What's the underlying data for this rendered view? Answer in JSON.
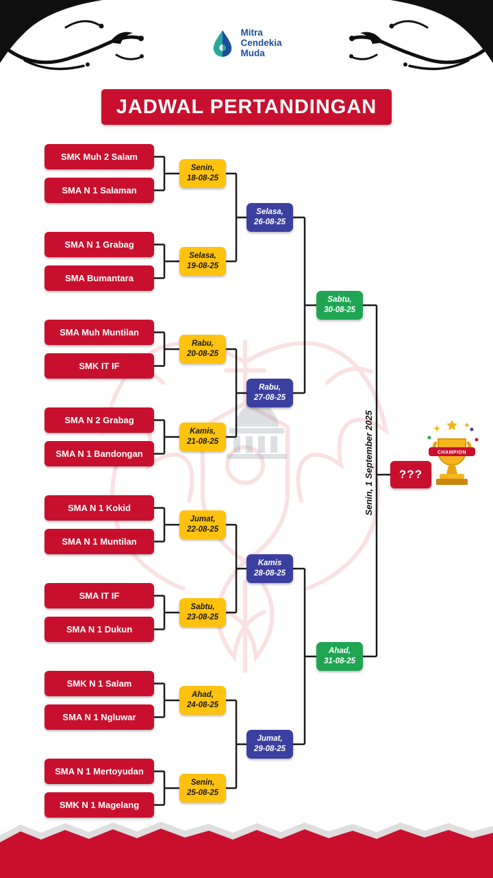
{
  "logo": {
    "line1": "Mitra",
    "line2": "Cendekia",
    "line3": "Muda"
  },
  "title": "JADWAL PERTANDINGAN",
  "bracket": {
    "round1": [
      {
        "team1": "SMK Muh 2 Salam",
        "team2": "SMA N 1 Salaman",
        "day": "Senin,",
        "date": "18-08-25"
      },
      {
        "team1": "SMA N 1 Grabag",
        "team2": "SMA Bumantara",
        "day": "Selasa,",
        "date": "19-08-25"
      },
      {
        "team1": "SMA Muh Muntilan",
        "team2": "SMK IT IF",
        "day": "Rabu,",
        "date": "20-08-25"
      },
      {
        "team1": "SMA N 2 Grabag",
        "team2": "SMA N 1 Bandongan",
        "day": "Kamis,",
        "date": "21-08-25"
      },
      {
        "team1": "SMA N 1 Kokid",
        "team2": "SMA N 1 Muntilan",
        "day": "Jumat,",
        "date": "22-08-25"
      },
      {
        "team1": "SMA IT IF",
        "team2": "SMA N 1 Dukun",
        "day": "Sabtu,",
        "date": "23-08-25"
      },
      {
        "team1": "SMK N 1 Salam",
        "team2": "SMA N 1 Ngluwar",
        "day": "Ahad,",
        "date": "24-08-25"
      },
      {
        "team1": "SMA N 1 Mertoyudan",
        "team2": "SMK N 1 Magelang",
        "day": "Senin,",
        "date": "25-08-25"
      }
    ],
    "round2": [
      {
        "day": "Selasa,",
        "date": "26-08-25"
      },
      {
        "day": "Rabu,",
        "date": "27-08-25"
      },
      {
        "day": "Kamis",
        "date": "28-08-25"
      },
      {
        "day": "Jumat,",
        "date": "29-08-25"
      }
    ],
    "semifinal": [
      {
        "day": "Sabtu,",
        "date": "30-08-25"
      },
      {
        "day": "Ahad,",
        "date": "31-08-25"
      }
    ],
    "final": {
      "date_label": "Senin, 1 September 2025",
      "winner_placeholder": "???"
    }
  },
  "trophy": {
    "ribbon_label": "CHAMPION"
  },
  "colors": {
    "red": "#C8102E",
    "yellow": "#FFC20E",
    "blue": "#3B3F9F",
    "green": "#1FA551",
    "logo_blue": "#1B4E9B",
    "line_black": "#1a1a1a"
  }
}
